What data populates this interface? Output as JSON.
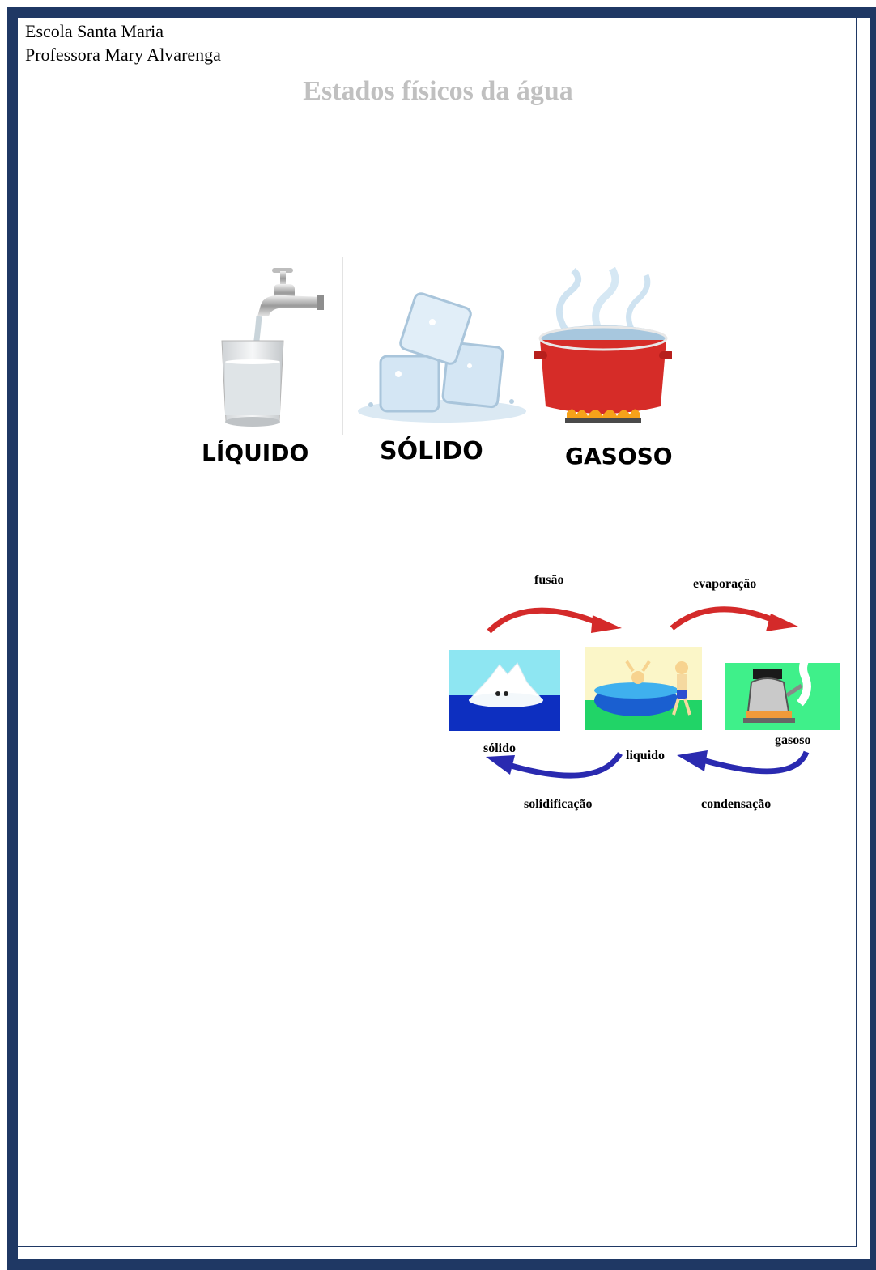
{
  "header": {
    "school": "Escola Santa Maria",
    "teacher": "Professora Mary Alvarenga"
  },
  "title": "Estados físicos da água",
  "states": {
    "liquid": "LÍQUIDO",
    "solid": "SÓLIDO",
    "gas": "GASOSO"
  },
  "cycle": {
    "fusion": "fusão",
    "evaporation": "evaporação",
    "solid": "sólido",
    "liquid": "liquido",
    "gas": "gasoso",
    "solidification": "solidificação",
    "condensation": "condensação"
  },
  "colors": {
    "border": "#1f3864",
    "arrow_heating": "#d42a2a",
    "arrow_cooling": "#2a2ab0"
  }
}
